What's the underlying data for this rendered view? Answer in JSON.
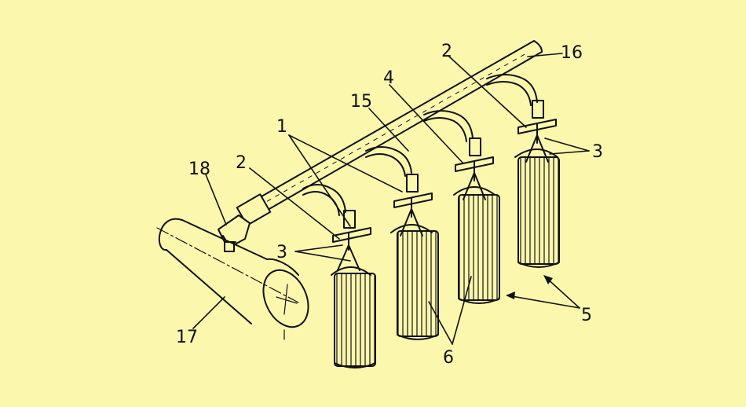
{
  "figure": {
    "background_color": "#fbf7ad",
    "line_color": "#111111",
    "labels": {
      "l1": "1",
      "l2a": "2",
      "l2b": "2",
      "l3a": "3",
      "l3b": "3",
      "l4": "4",
      "l5": "5",
      "l6": "6",
      "l15": "15",
      "l16": "16",
      "l17": "17",
      "l18": "18"
    }
  }
}
